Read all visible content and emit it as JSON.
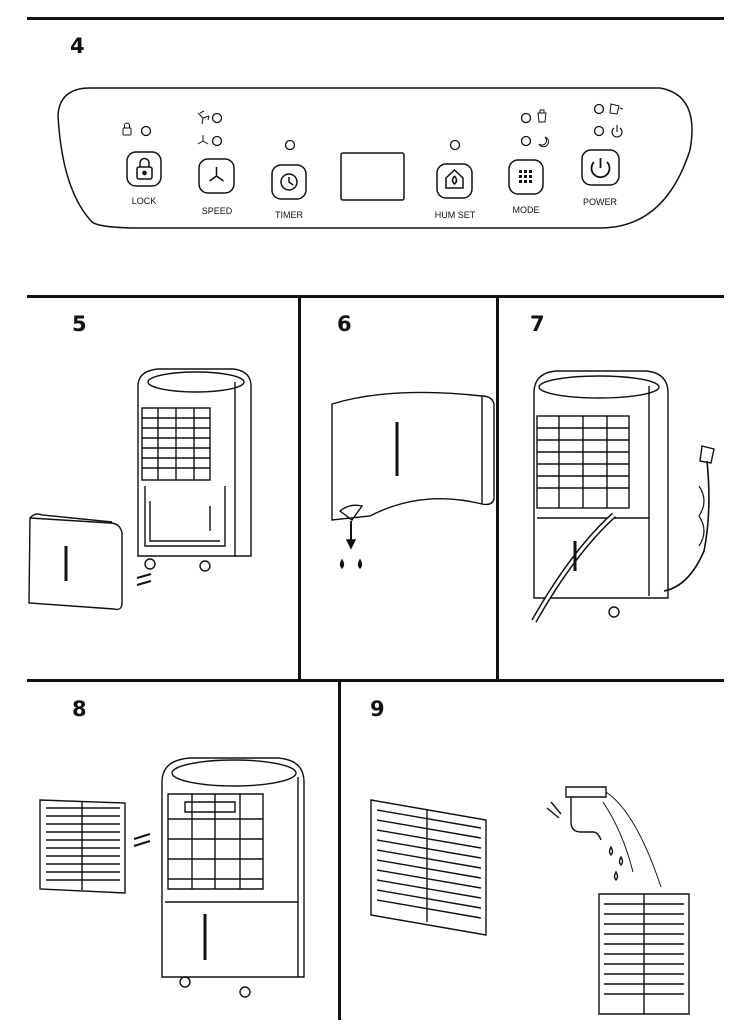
{
  "sections": {
    "s4": "4",
    "s5": "5",
    "s6": "6",
    "s7": "7",
    "s8": "8",
    "s9": "9"
  },
  "panel": {
    "buttons": {
      "lock": "LOCK",
      "speed": "SPEED",
      "timer": "TIMER",
      "humset": "HUM SET",
      "mode": "MODE",
      "power": "POWER"
    }
  },
  "icons": {
    "lock": "lock-icon",
    "fan": "fan-icon",
    "timer": "timer-icon",
    "humidity": "home-drop-icon",
    "mode": "mode-grid-icon",
    "power": "power-icon",
    "high-speed": "high-speed-fan-icon",
    "low-speed": "low-speed-fan-icon",
    "laundry": "laundry-icon",
    "sleep": "sleep-icon",
    "full-tank": "full-tank-icon",
    "standby": "standby-icon"
  }
}
